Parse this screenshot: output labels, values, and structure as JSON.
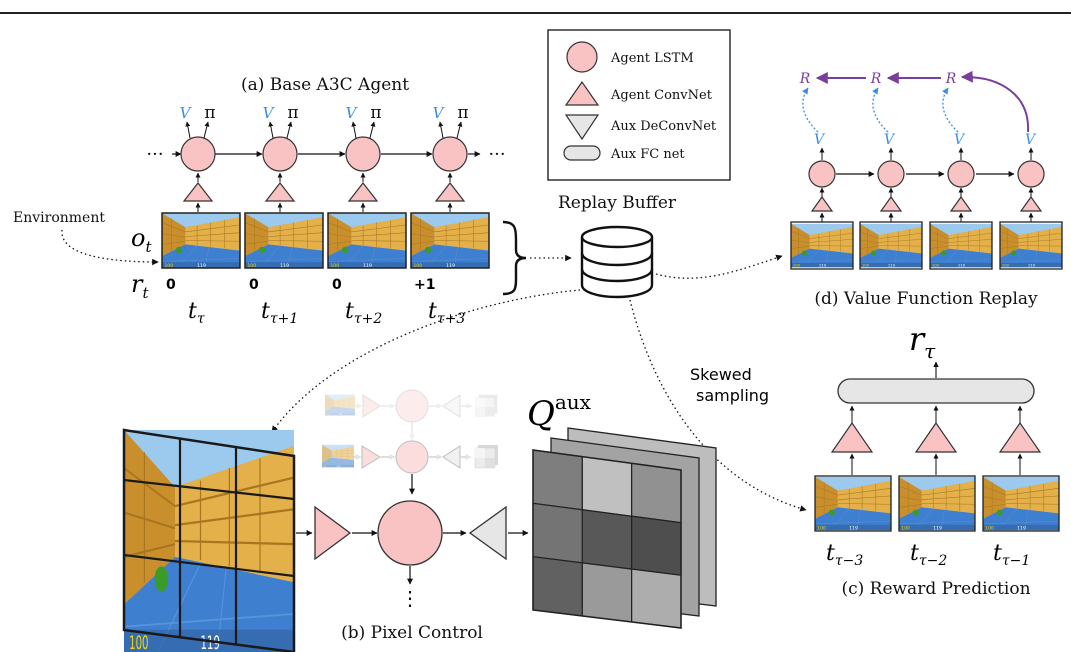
{
  "legend": {
    "lstm": "Agent LSTM",
    "convnet": "Agent ConvNet",
    "deconvnet": "Aux DeConvNet",
    "fcnet": "Aux FC net"
  },
  "panels": {
    "a": {
      "title": "(a) Base A3C Agent",
      "environment": "Environment",
      "obs_symbol": "o",
      "obs_sub": "t",
      "rew_symbol": "r",
      "rew_sub": "t",
      "value": "V",
      "policy": "π",
      "ellipsis": "···",
      "rewards": [
        "0",
        "0",
        "0",
        "+1"
      ],
      "times": [
        {
          "base": "t",
          "sub": "τ"
        },
        {
          "base": "t",
          "sub": "τ+1"
        },
        {
          "base": "t",
          "sub": "τ+2"
        },
        {
          "base": "t",
          "sub": "τ+3"
        }
      ]
    },
    "replay": {
      "title": "Replay Buffer"
    },
    "b": {
      "title": "(b) Pixel Control",
      "q_symbol": "Q",
      "q_sup": "aux",
      "ellipsis": "⋮"
    },
    "c": {
      "title": "(c) Reward Prediction",
      "target_symbol": "r",
      "target_sub": "τ",
      "times": [
        {
          "base": "t",
          "sub": "τ−3"
        },
        {
          "base": "t",
          "sub": "τ−2"
        },
        {
          "base": "t",
          "sub": "τ−1"
        }
      ]
    },
    "d": {
      "title": "(d) Value Function Replay",
      "return_symbol": "R",
      "value": "V"
    },
    "skewed": {
      "line1": "Skewed",
      "line2": "sampling"
    }
  },
  "frame_hud": {
    "health": "100",
    "ammo": "119"
  },
  "colors": {
    "pink": "#f9c3c3",
    "pink_stroke": "#333333",
    "blue_value": "#3a8ee6",
    "purple_return": "#7a3f9d",
    "wall": "#d9a43a",
    "floor": "#3f7fcf",
    "sky": "#9cc9ee"
  },
  "q_grid": {
    "front": [
      [
        0.45,
        0.8,
        0.55
      ],
      [
        0.4,
        0.25,
        0.2
      ],
      [
        0.3,
        0.6,
        0.7
      ]
    ]
  }
}
